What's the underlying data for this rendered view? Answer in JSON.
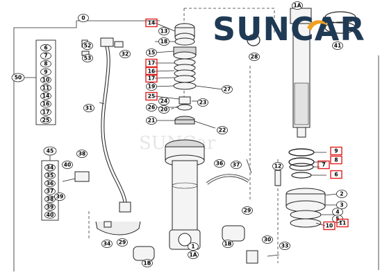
{
  "brand": {
    "logo_text": "SUNCAR",
    "watermark": "SUNCar",
    "colors": {
      "logo_dark": "#1f3a55",
      "logo_orange": "#f0a020",
      "highlight": "#e02020"
    }
  },
  "callouts": {
    "c0": "0",
    "c1": "1",
    "c1a_top": "1A",
    "c1a_bot": "1A",
    "c1b_top": "1B",
    "c1b_bot": "1B",
    "c2": "2",
    "c3": "3",
    "c4": "4",
    "c5": "5",
    "c6": "6",
    "c7": "7",
    "c8": "8",
    "c9": "9",
    "c10": "10",
    "c11": "11",
    "c12": "12",
    "c13": "13",
    "c14": "14",
    "c15": "15",
    "c16": "16",
    "c17a": "17",
    "c17b": "17",
    "c18": "18",
    "c19": "19",
    "c20": "20",
    "c21": "21",
    "c22": "22",
    "c23": "23",
    "c24": "24",
    "c25": "25",
    "c26": "26",
    "c27": "27",
    "c28": "28",
    "c29a": "29",
    "c29b": "29",
    "c30": "30",
    "c31": "31",
    "c32": "32",
    "c33": "33",
    "c34": "34",
    "c35": "35",
    "c36": "36",
    "c37": "37",
    "c38": "38",
    "c39": "39",
    "c40": "40",
    "c41": "41",
    "c50": "50",
    "c52": "52",
    "c53": "53"
  },
  "kit_50": {
    "label": "50",
    "items": [
      "6",
      "7",
      "8",
      "9",
      "10",
      "11",
      "14",
      "16",
      "17",
      "25"
    ]
  },
  "kit_45": {
    "label": "45",
    "items": [
      "34",
      "35",
      "36",
      "37",
      "38",
      "39",
      "40"
    ]
  }
}
